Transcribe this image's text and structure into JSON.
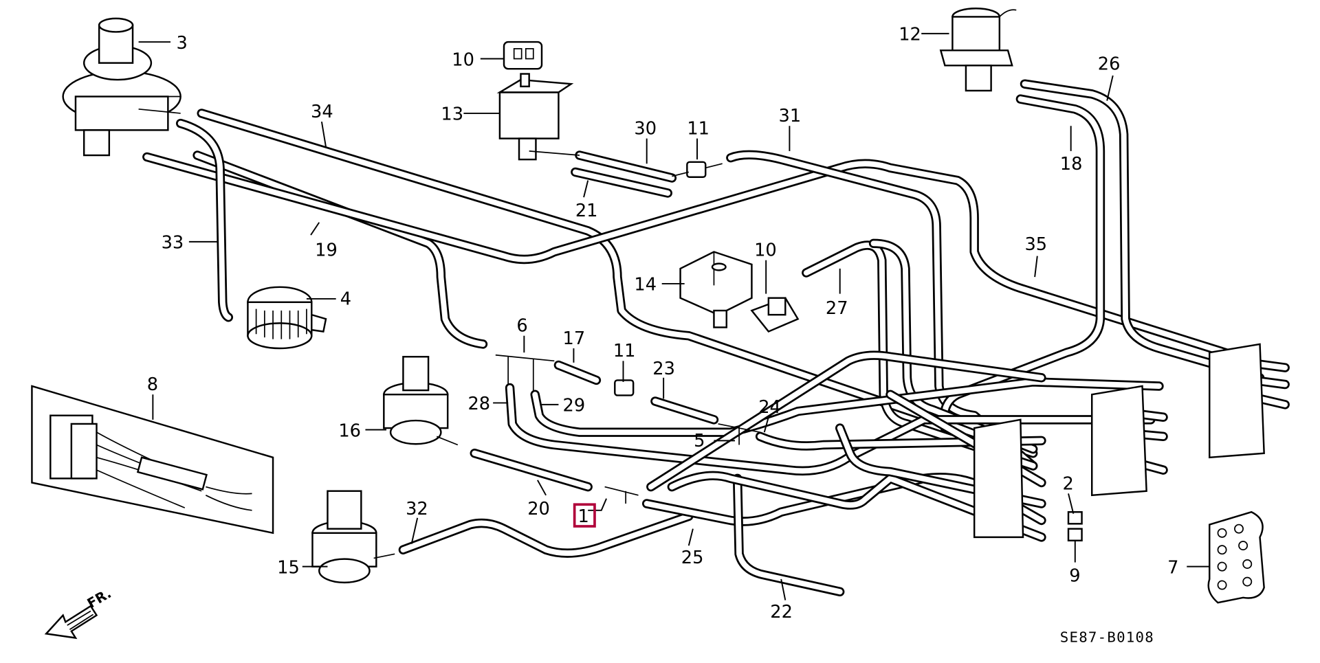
{
  "diagram": {
    "code": "SE87-B0108",
    "highlighted_callout": "1",
    "direction_label": "FR.",
    "accent_color": "#b0003a",
    "callouts": [
      "1",
      "2",
      "3",
      "4",
      "5",
      "6",
      "7",
      "8",
      "9",
      "10",
      "10",
      "11",
      "11",
      "12",
      "13",
      "14",
      "15",
      "16",
      "17",
      "18",
      "19",
      "20",
      "21",
      "22",
      "23",
      "24",
      "25",
      "26",
      "27",
      "28",
      "29",
      "30",
      "31",
      "32",
      "33",
      "34",
      "35"
    ]
  }
}
